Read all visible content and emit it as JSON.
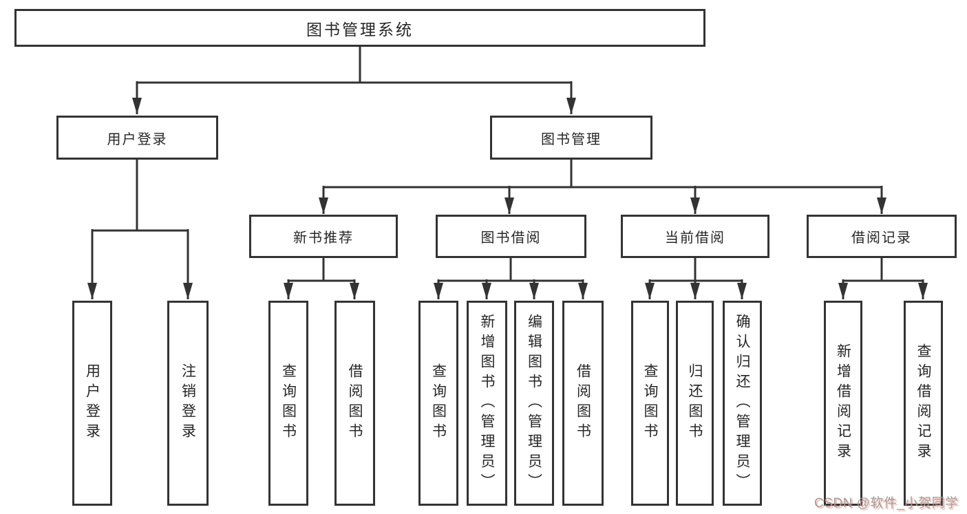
{
  "tree": {
    "label": "图书管理系统",
    "children": [
      {
        "label": "用户登录",
        "children": [
          {
            "label": "用户登录"
          },
          {
            "label": "注销登录"
          }
        ]
      },
      {
        "label": "图书管理",
        "children": [
          {
            "label": "新书推荐",
            "children": [
              {
                "label": "查询图书"
              },
              {
                "label": "借阅图书"
              }
            ]
          },
          {
            "label": "图书借阅",
            "children": [
              {
                "label": "查询图书"
              },
              {
                "label": "新增图书（管理员）"
              },
              {
                "label": "编辑图书（管理员）"
              },
              {
                "label": "借阅图书"
              }
            ]
          },
          {
            "label": "当前借阅",
            "children": [
              {
                "label": "查询图书"
              },
              {
                "label": "归还图书"
              },
              {
                "label": "确认归还（管理员）"
              }
            ]
          },
          {
            "label": "借阅记录",
            "children": [
              {
                "label": "新增借阅记录"
              },
              {
                "label": "查询借阅记录"
              }
            ]
          }
        ]
      }
    ]
  },
  "watermark": {
    "text": "CSDN @软件_小贺同学"
  },
  "colors": {
    "line": "#333333",
    "box_border": "#333333",
    "text": "#262626",
    "background": "#ffffff",
    "watermark_gray": "#9e9e9e",
    "watermark_accent": "#fc5531"
  }
}
